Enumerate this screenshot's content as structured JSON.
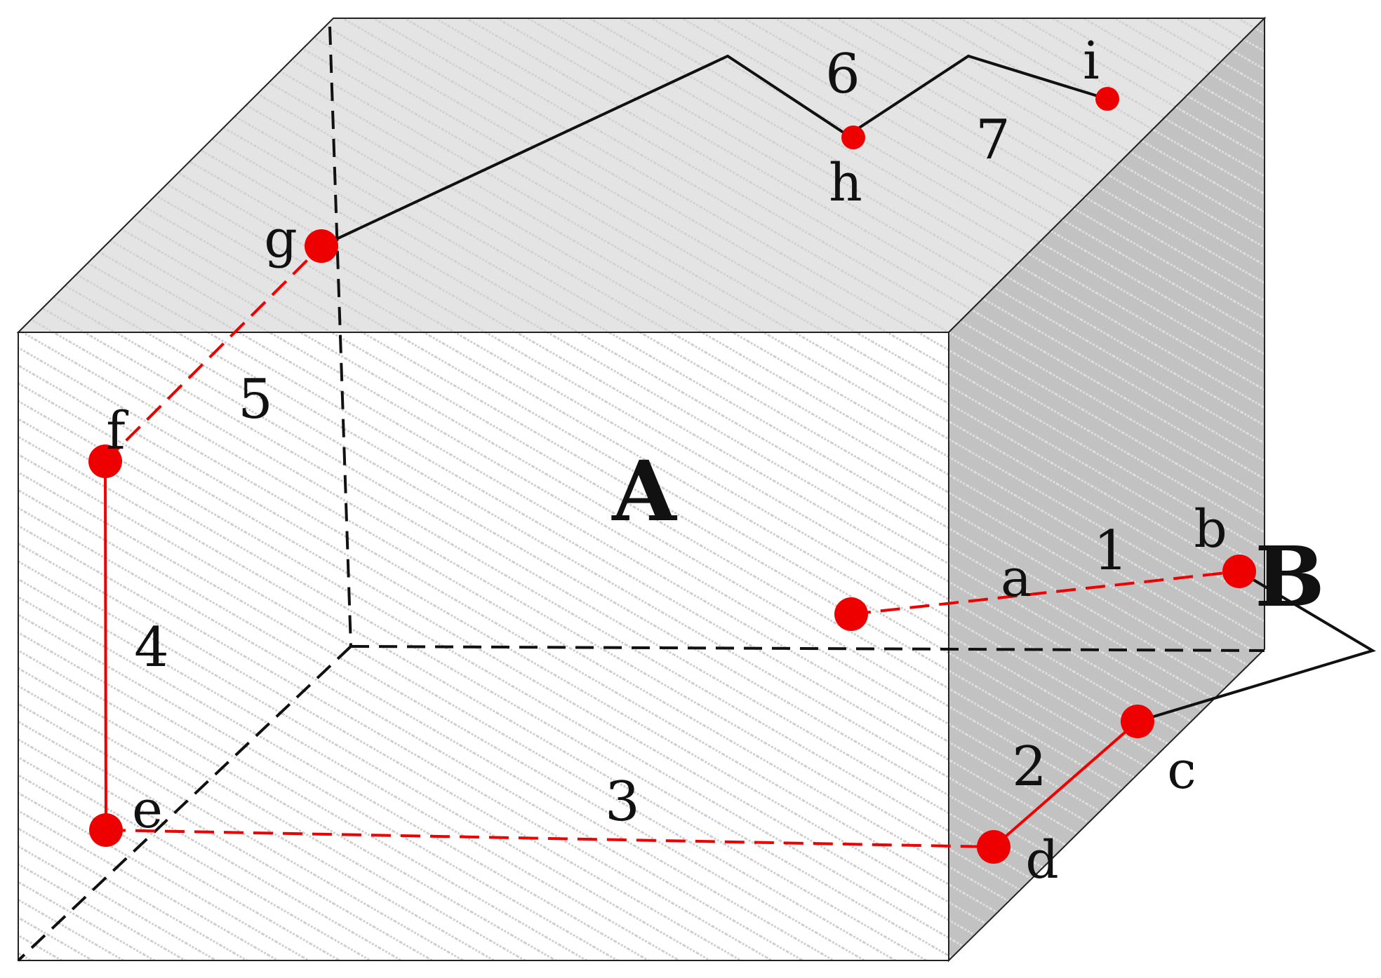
{
  "title": "",
  "labels": {
    "region_A": "A",
    "region_B": "B",
    "points": {
      "a": "a",
      "b": "b",
      "c": "c",
      "d": "d",
      "e": "e",
      "f": "f",
      "g": "g",
      "h": "h",
      "i": "i"
    },
    "segments": {
      "s1": "1",
      "s2": "2",
      "s3": "3",
      "s4": "4",
      "s5": "5",
      "s6": "6",
      "s7": "7"
    }
  },
  "colors": {
    "path_red": "#ee0000",
    "path_black": "#111111",
    "top_face": "#e4e4e4",
    "front_face": "#ffffff",
    "side_face": "#c2c2c2",
    "hatch_light": "#cfcfcf",
    "hatch_dark": "#dcdcdc"
  }
}
